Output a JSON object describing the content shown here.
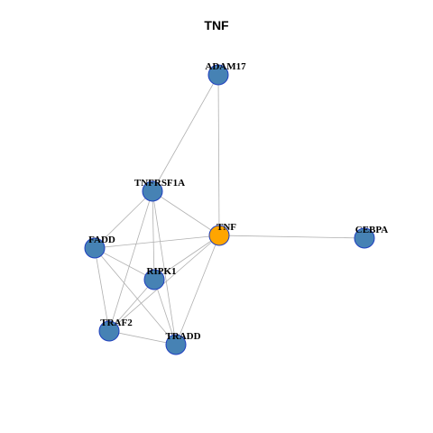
{
  "title": "TNF",
  "colors": {
    "node_default": "#4682b4",
    "node_focus": "#ffa500",
    "node_border": "#1f3fbf",
    "edge": "#b0b0b0"
  },
  "nodes": [
    {
      "id": "ADAM17",
      "label": "ADAM17",
      "focus": false
    },
    {
      "id": "TNFRSF1A",
      "label": "TNFRSF1A",
      "focus": false
    },
    {
      "id": "TNF",
      "label": "TNF",
      "focus": true
    },
    {
      "id": "CEBPA",
      "label": "CEBPA",
      "focus": false
    },
    {
      "id": "FADD",
      "label": "FADD",
      "focus": false
    },
    {
      "id": "RIPK1",
      "label": "RIPK1",
      "focus": false
    },
    {
      "id": "TRAF2",
      "label": "TRAF2",
      "focus": false
    },
    {
      "id": "TRADD",
      "label": "TRADD",
      "focus": false
    }
  ],
  "edges": [
    [
      "ADAM17",
      "TNFRSF1A"
    ],
    [
      "ADAM17",
      "TNF"
    ],
    [
      "TNFRSF1A",
      "TNF"
    ],
    [
      "TNFRSF1A",
      "FADD"
    ],
    [
      "TNFRSF1A",
      "RIPK1"
    ],
    [
      "TNFRSF1A",
      "TRAF2"
    ],
    [
      "TNFRSF1A",
      "TRADD"
    ],
    [
      "TNF",
      "CEBPA"
    ],
    [
      "TNF",
      "FADD"
    ],
    [
      "TNF",
      "RIPK1"
    ],
    [
      "TNF",
      "TRAF2"
    ],
    [
      "TNF",
      "TRADD"
    ],
    [
      "FADD",
      "RIPK1"
    ],
    [
      "FADD",
      "TRAF2"
    ],
    [
      "FADD",
      "TRADD"
    ],
    [
      "RIPK1",
      "TRAF2"
    ],
    [
      "RIPK1",
      "TRADD"
    ],
    [
      "TRAF2",
      "TRADD"
    ]
  ]
}
